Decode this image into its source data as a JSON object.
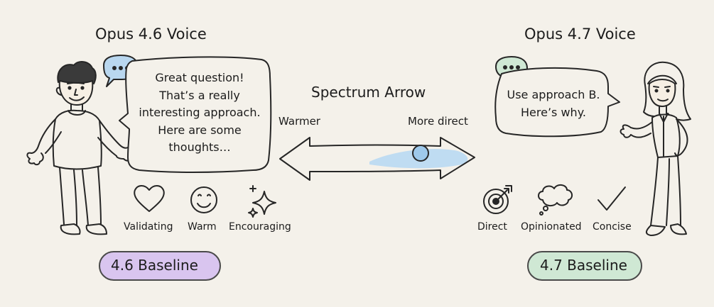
{
  "left": {
    "title": "Opus 4.6 Voice",
    "speech_lines": [
      "Great question!",
      "That’s a really",
      "interesting approach.",
      "Here are some",
      "thoughts…"
    ],
    "traits": [
      {
        "icon": "heart-icon",
        "label": "Validating"
      },
      {
        "icon": "smiley-icon",
        "label": "Warm"
      },
      {
        "icon": "sparkles-icon",
        "label": "Encouraging"
      }
    ],
    "badge": "4.6 Baseline",
    "badge_color": "#d9c5ef"
  },
  "center": {
    "title": "Spectrum Arrow",
    "left_label": "Warmer",
    "right_label": "More direct",
    "highlight_color": "#bfdcf2"
  },
  "right": {
    "title": "Opus 4.7 Voice",
    "speech_lines": [
      "Use approach B.",
      "Here’s why."
    ],
    "traits": [
      {
        "icon": "target-icon",
        "label": "Direct"
      },
      {
        "icon": "thought-cloud-icon",
        "label": "Opinionated"
      },
      {
        "icon": "checkmark-icon",
        "label": "Concise"
      }
    ],
    "badge": "4.7 Baseline",
    "badge_color": "#cfe8d4"
  }
}
